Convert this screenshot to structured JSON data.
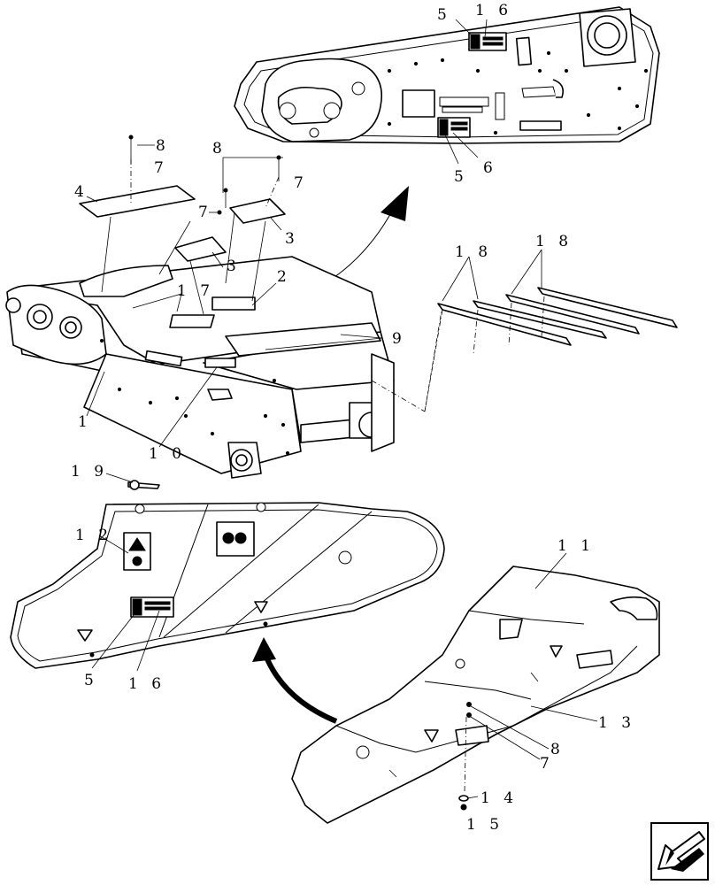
{
  "figure": {
    "type": "exploded parts diagram",
    "callouts": [
      {
        "id": "c5a",
        "text": "5"
      },
      {
        "id": "c16a",
        "text": "1 6"
      },
      {
        "id": "c5b",
        "text": "5"
      },
      {
        "id": "c6",
        "text": "6"
      },
      {
        "id": "c8a",
        "text": "8"
      },
      {
        "id": "c7a",
        "text": "7"
      },
      {
        "id": "c8b",
        "text": "8"
      },
      {
        "id": "c7b",
        "text": "7"
      },
      {
        "id": "c7c",
        "text": "7"
      },
      {
        "id": "c4",
        "text": "4"
      },
      {
        "id": "c3a",
        "text": "3"
      },
      {
        "id": "c3b",
        "text": "3"
      },
      {
        "id": "c2",
        "text": "2"
      },
      {
        "id": "c17",
        "text": "1 7"
      },
      {
        "id": "c9",
        "text": "9"
      },
      {
        "id": "c1",
        "text": "1"
      },
      {
        "id": "c10",
        "text": "1 0"
      },
      {
        "id": "c18a",
        "text": "1 8"
      },
      {
        "id": "c18b",
        "text": "1 8"
      },
      {
        "id": "c19",
        "text": "1 9"
      },
      {
        "id": "c12",
        "text": "1 2"
      },
      {
        "id": "c5c",
        "text": "5"
      },
      {
        "id": "c16b",
        "text": "1 6"
      },
      {
        "id": "c11",
        "text": "1 1"
      },
      {
        "id": "c13",
        "text": "1 3"
      },
      {
        "id": "c8c",
        "text": "8"
      },
      {
        "id": "c7d",
        "text": "7"
      },
      {
        "id": "c14",
        "text": "1 4"
      },
      {
        "id": "c15",
        "text": "1 5"
      }
    ]
  },
  "nav": {
    "icon": "next-page-arrow-icon"
  }
}
